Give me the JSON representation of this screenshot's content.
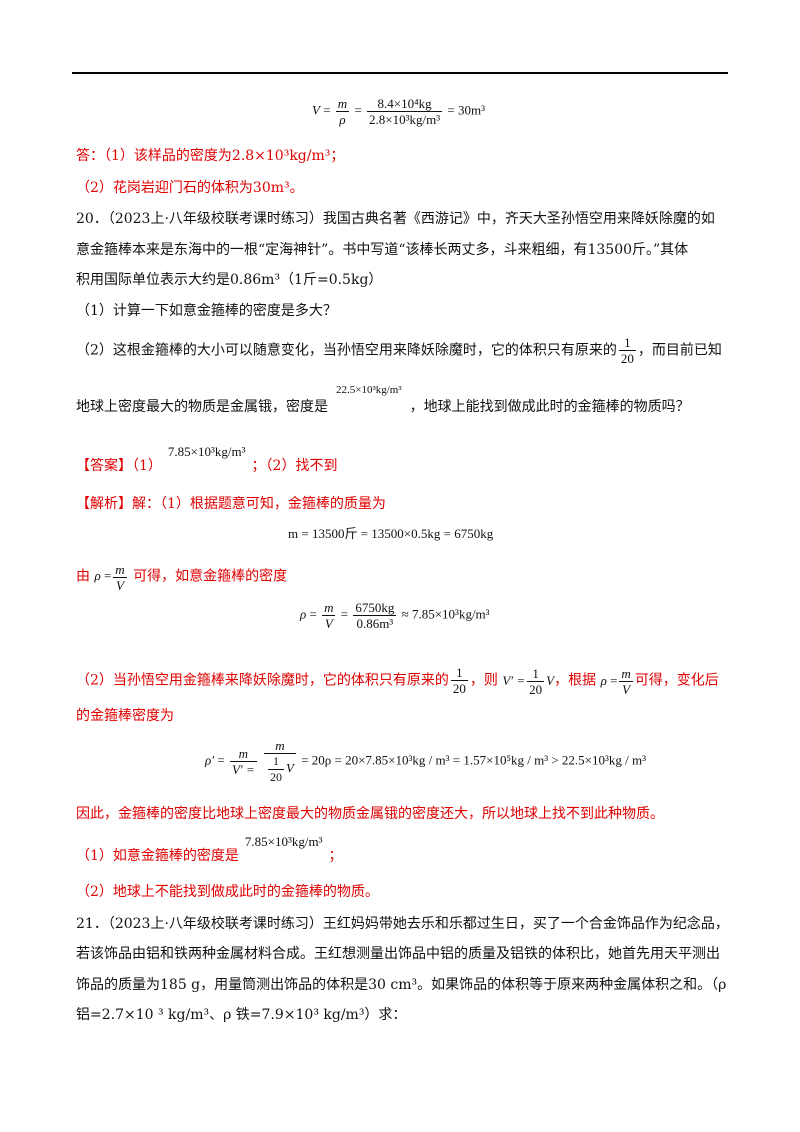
{
  "top_formula": {
    "lhs": "V",
    "frac1_num": "m",
    "frac1_den": "ρ",
    "frac2_num": "8.4×10⁴kg",
    "frac2_den": "2.8×10³kg/m³",
    "result": "= 30m³"
  },
  "answers_prev": {
    "line1": "答：（1）该样品的密度为2.8×10³kg/m³；",
    "line2": "（2）花岗岩迎门石的体积为30m³。"
  },
  "q20": {
    "line1": "20．（2023上·八年级校联考课时练习）我国古典名著《西游记》中，齐天大圣孙悟空用来降妖除魔的如",
    "line2": "意金箍棒本来是东海中的一根“定海神针”。书中写道“该棒长两丈多，斗来粗细，有13500斤。”其体",
    "line3": "积用国际单位表示大约是0.86m³（1斤=0.5kg）",
    "part1": "（1）计算一下如意金箍棒的密度是多大？",
    "part2_a": "（2）这根金箍棒的大小可以随意变化，当孙悟空用来降妖除魔时，它的体积只有原来的",
    "part2_frac_num": "1",
    "part2_frac_den": "20",
    "part2_b": "，而目前已知",
    "part2_c": "地球上密度最大的物质是金属锇，密度是",
    "part2_value": "22.5×10³kg/m³",
    "part2_d": "，地球上能找到做成此时的金箍棒的物质吗？"
  },
  "answer20": {
    "label": "【答案】（1）",
    "value": "7.85×10³kg/m³",
    "rest": "；（2）找不到"
  },
  "analysis20": {
    "label": "【解析】",
    "step1": "解：（1）根据题意可知，金箍棒的质量为",
    "mass_formula": "m = 13500斤 = 13500×0.5kg = 6750kg",
    "step2_a": "由",
    "step2_rho": "ρ",
    "step2_m": "m",
    "step2_V": "V",
    "step2_b": "可得，如意金箍棒的密度",
    "density_lhs": "ρ",
    "density_num1": "m",
    "density_den1": "V",
    "density_num2": "6750kg",
    "density_den2": "0.86m³",
    "density_result": "≈ 7.85×10³kg/m³",
    "step3_a": "（2）当孙悟空用金箍棒来降妖除魔时，它的体积只有原来的",
    "step3_frac_num": "1",
    "step3_frac_den": "20",
    "step3_b": "，则",
    "step3_Vp": "V′ =",
    "step3_V": "V",
    "step3_c": "，根据",
    "step3_d": "可得，变化后",
    "step3_e": "的金箍棒密度为",
    "final_lhs": "ρ′",
    "final_result": "= 20ρ = 20×7.85×10³kg / m³ = 1.57×10⁵kg / m³ > 22.5×10³kg / m³",
    "conclusion": "因此，金箍棒的密度比地球上密度最大的物质金属锇的密度还大，所以地球上找不到此种物质。",
    "sum1_a": "（1）如意金箍棒的密度是",
    "sum1_value": "7.85×10³kg/m³",
    "sum1_b": "；",
    "sum2": "（2）地球上不能找到做成此时的金箍棒的物质。"
  },
  "q21": {
    "line1": "21．（2023上·八年级校联考课时练习）王红妈妈带她去乐和乐都过生日，买了一个合金饰品作为纪念品，",
    "line2": "若该饰品由铝和铁两种金属材料合成。王红想测量出饰品中铝的质量及铝铁的体积比，她首先用天平测出",
    "line3": "饰品的质量为185 g，用量筒测出饰品的体积是30 cm³。如果饰品的体积等于原来两种金属体积之和。（ρ",
    "line4": "铝=2.7×10 ³ kg/m³、ρ 铁=7.9×10³ kg/m³）求："
  },
  "colors": {
    "answer_red": "#e00000",
    "text": "#111111"
  }
}
